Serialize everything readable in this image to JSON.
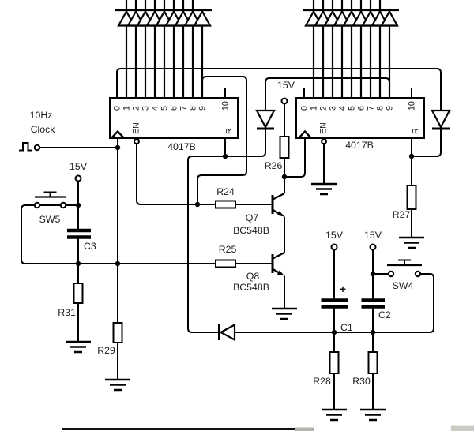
{
  "colors": {
    "wire": "#000000",
    "text": "#1c1c1c",
    "background": "#ffffff"
  },
  "clock": {
    "frequency": "10Hz",
    "label": "Clock"
  },
  "power_rails": {
    "left": "15V",
    "mid": "15V",
    "c1": "15V",
    "c2": "15V"
  },
  "ics": [
    {
      "name": "4017B",
      "enable_pin": "EN",
      "reset_pin": "R",
      "pins": [
        "0",
        "1",
        "2",
        "3",
        "4",
        "5",
        "6",
        "7",
        "8",
        "9",
        "10"
      ]
    },
    {
      "name": "4017B",
      "enable_pin": "EN",
      "reset_pin": "R",
      "pins": [
        "0",
        "1",
        "2",
        "3",
        "4",
        "5",
        "6",
        "7",
        "8",
        "9",
        "10"
      ]
    }
  ],
  "resistors": {
    "r24": "R24",
    "r25": "R25",
    "r26": "R26",
    "r27": "R27",
    "r28": "R28",
    "r29": "R29",
    "r30": "R30",
    "r31": "R31"
  },
  "capacitors": {
    "c1": "C1",
    "c1_polarity": "+",
    "c2": "C2",
    "c3": "C3"
  },
  "transistors": {
    "q7": {
      "ref": "Q7",
      "part": "BC548B"
    },
    "q8": {
      "ref": "Q8",
      "part": "BC548B"
    }
  },
  "switches": {
    "sw4": "SW4",
    "sw5": "SW5"
  }
}
